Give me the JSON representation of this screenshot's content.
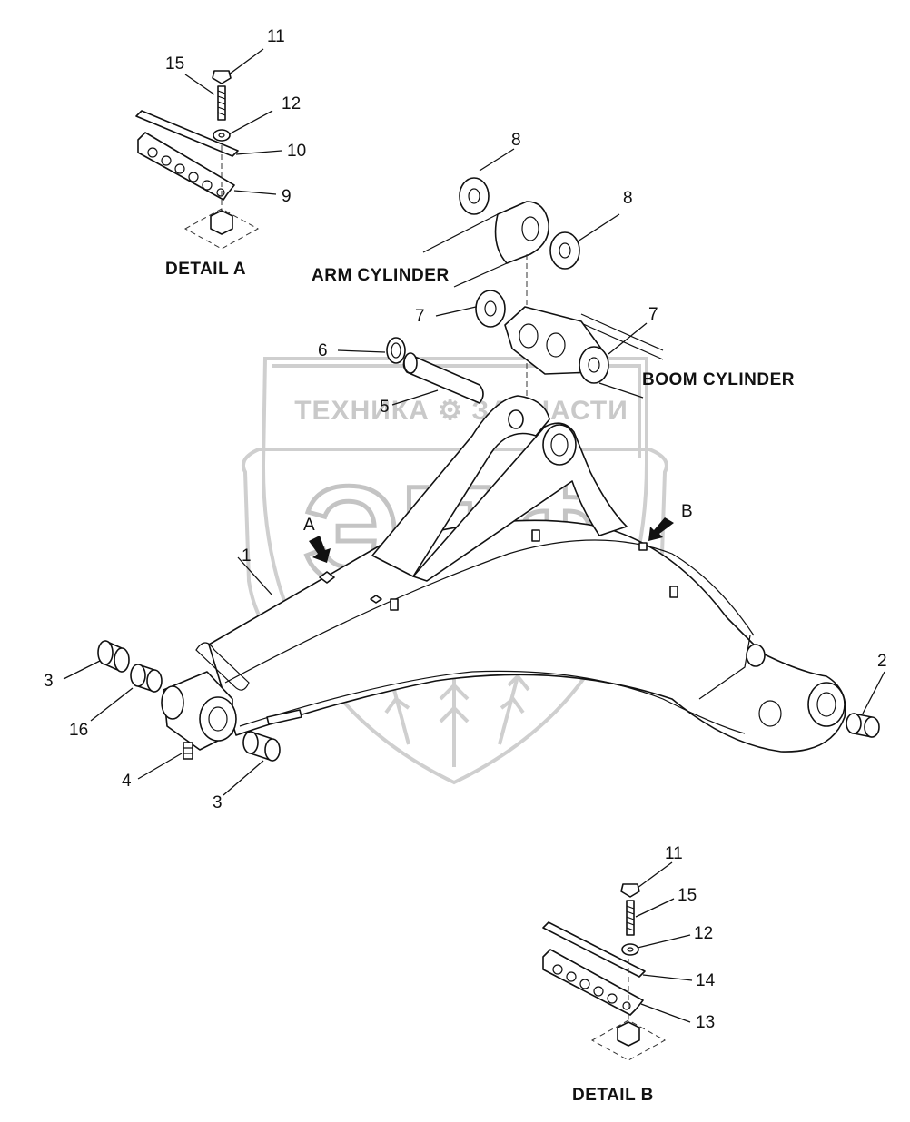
{
  "watermark": {
    "brand_text": "ТЕХНИКА ⚙ ЗАПЧАСТИ",
    "logo_text": "ЭПФ"
  },
  "details": {
    "detail_a": "DETAIL A",
    "detail_b": "DETAIL B"
  },
  "annotations": {
    "arm_cylinder": "ARM CYLINDER",
    "boom_cylinder": "BOOM CYLINDER",
    "arrow_a": "A",
    "arrow_b": "B"
  },
  "callouts": {
    "c11a": "11",
    "c15a": "15",
    "c12a": "12",
    "c10": "10",
    "c9": "9",
    "c8a": "8",
    "c8b": "8",
    "c7a": "7",
    "c7b": "7",
    "c6": "6",
    "c5": "5",
    "c1": "1",
    "c2": "2",
    "c3a": "3",
    "c16": "16",
    "c4": "4",
    "c3b": "3",
    "c11b": "11",
    "c15b": "15",
    "c12b": "12",
    "c14": "14",
    "c13": "13"
  }
}
